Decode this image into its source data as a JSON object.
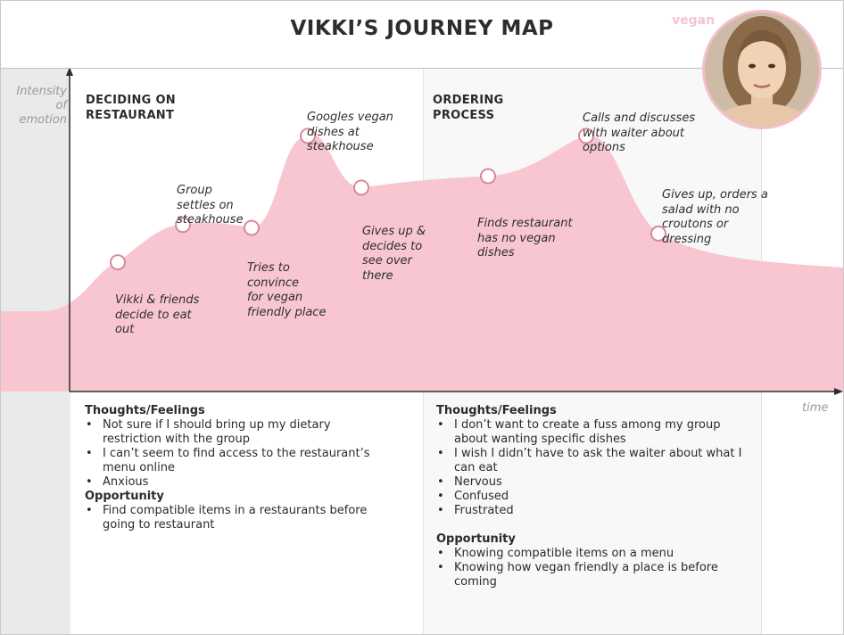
{
  "header": {
    "title": "VIKKI’S JOURNEY MAP",
    "persona_tag": "vegan"
  },
  "axes": {
    "y_label": "Intensity of emotion",
    "x_label": "time"
  },
  "phases": [
    {
      "title_line1": "DECIDING ON",
      "title_line2": "RESTAURANT"
    },
    {
      "title_line1": "ORDERING",
      "title_line2": "PROCESS"
    }
  ],
  "chart_data": {
    "type": "area",
    "x_label": "time",
    "y_label": "Intensity of emotion",
    "points": [
      {
        "step": 1,
        "intensity": 0.45,
        "label": [
          "Vikki & friends",
          "decide to eat",
          "out"
        ]
      },
      {
        "step": 2,
        "intensity": 0.58,
        "label": [
          "Group",
          "settles on",
          "steakhouse"
        ]
      },
      {
        "step": 3,
        "intensity": 0.57,
        "label": [
          "Tries to",
          "convince",
          "for vegan",
          "friendly place"
        ]
      },
      {
        "step": 4,
        "intensity": 0.89,
        "label": [
          "Googles vegan",
          "dishes at",
          "steakhouse"
        ]
      },
      {
        "step": 5,
        "intensity": 0.71,
        "label": [
          "Gives up &",
          "decides to",
          "see over",
          "there"
        ]
      },
      {
        "step": 6,
        "intensity": 0.75,
        "label": [
          "Finds restaurant",
          "has no vegan",
          "dishes"
        ]
      },
      {
        "step": 7,
        "intensity": 0.89,
        "label": [
          "Calls and discusses",
          "with waiter about",
          "options"
        ]
      },
      {
        "step": 8,
        "intensity": 0.55,
        "label": [
          "Gives up, orders a",
          "salad with no",
          "croutons or",
          "dressing"
        ]
      }
    ]
  },
  "sections": [
    {
      "thoughts_title": "Thoughts/Feelings",
      "thoughts": [
        "Not sure if I should bring up my dietary restriction with the group",
        "I can’t seem to find access to the restaurant’s menu online",
        "Anxious"
      ],
      "opportunity_title": "Opportunity",
      "opportunities": [
        "Find compatible items in a restaurants before going to restaurant"
      ]
    },
    {
      "thoughts_title": "Thoughts/Feelings",
      "thoughts": [
        "I don’t want to create a fuss among my group about wanting specific dishes",
        "I wish I didn’t have to ask the waiter about what I can eat",
        "Nervous",
        "Confused",
        "Frustrated"
      ],
      "opportunity_title": "Opportunity",
      "opportunities": [
        "Knowing compatible items on a menu",
        "Knowing how vegan friendly a place is before coming"
      ]
    }
  ],
  "colors": {
    "emotion_area": "#f7c6d1",
    "marker_stroke": "#d98999",
    "avatar_ring": "#f4bfcb",
    "persona_tag": "#f6c4cf"
  },
  "icons": {
    "avatar": "persona-photo"
  }
}
